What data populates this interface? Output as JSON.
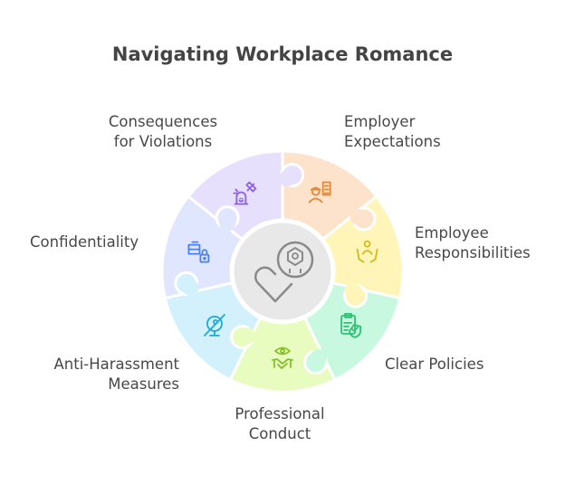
{
  "title": "Navigating Workplace Romance",
  "segments": [
    {
      "label_lines": [
        "Employer",
        "Expectations"
      ],
      "color": "#fde3cc",
      "icon": "worker-building-icon",
      "icon_color": "#e8862f"
    },
    {
      "label_lines": [
        "Employee",
        "Responsibilities"
      ],
      "color": "#fff5b8",
      "icon": "person-hands-icon",
      "icon_color": "#d8b812"
    },
    {
      "label_lines": [
        "Clear Policies"
      ],
      "color": "#c8f9e0",
      "icon": "clipboard-shield-icon",
      "icon_color": "#2fbf76"
    },
    {
      "label_lines": [
        "Professional",
        "Conduct"
      ],
      "color": "#e9fcbf",
      "icon": "eye-handshake-icon",
      "icon_color": "#85c02b"
    },
    {
      "label_lines": [
        "Anti-Harassment",
        "Measures"
      ],
      "color": "#d3f1fd",
      "icon": "no-surveillance-icon",
      "icon_color": "#1fa8dc"
    },
    {
      "label_lines": [
        "Confidentiality"
      ],
      "color": "#dfe6fd",
      "icon": "folder-lock-icon",
      "icon_color": "#4c7ff0"
    },
    {
      "label_lines": [
        "Consequences",
        "for Violations"
      ],
      "color": "#e7e0fd",
      "icon": "gavel-icon",
      "icon_color": "#8a5cf0"
    }
  ],
  "center": {
    "color": "#e8e8e8",
    "icon": "heart-shield-icon",
    "icon_color": "#8a8a8a"
  }
}
